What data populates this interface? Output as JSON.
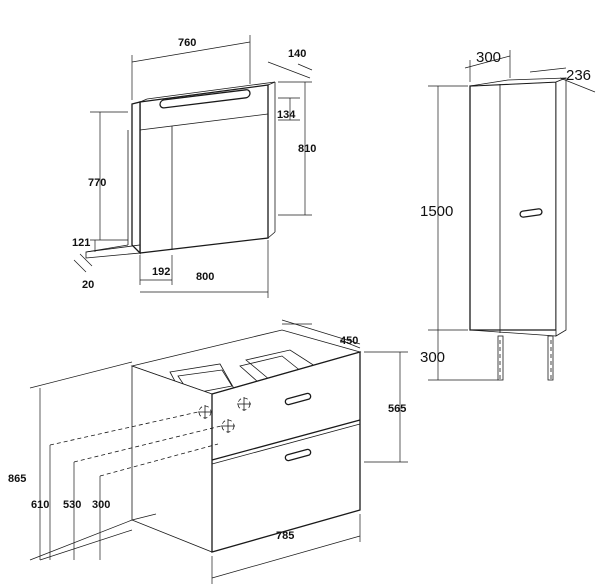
{
  "mirror_cabinet": {
    "width_top": "760",
    "depth": "140",
    "light_drop": "134",
    "height_outer": "810",
    "height_inner": "770",
    "shelf_height": "121",
    "shelf_depth": "20",
    "shelf_width": "192",
    "width_bottom": "800"
  },
  "tall_column": {
    "width": "300",
    "depth": "236",
    "height": "1500",
    "leg_height": "300"
  },
  "vanity_unit": {
    "depth": "450",
    "height": "565",
    "width": "785",
    "total_height": "865",
    "drain_610": "610",
    "drain_530": "530",
    "drain_300": "300"
  }
}
